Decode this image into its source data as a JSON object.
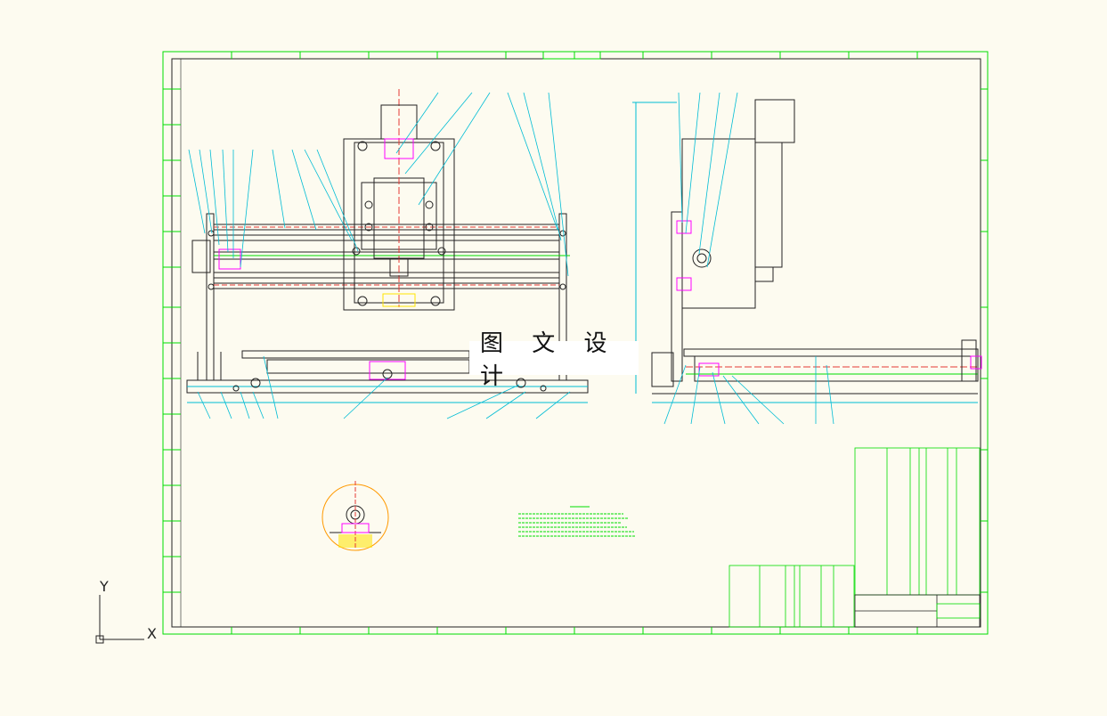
{
  "watermark": {
    "text": "图 文 设 计"
  },
  "ucs": {
    "y_label": "Y",
    "x_label": "X"
  },
  "colors": {
    "background": "#fdfbf0",
    "frame": "#00dd00",
    "part": "#222222",
    "dimension": "#00bcd4",
    "centerline": "#e53935",
    "highlight": "#ff00ff",
    "note": "#ffe400",
    "detail_circle": "#ff9900"
  },
  "icons": {
    "ucs": "ucs-axis-icon"
  }
}
